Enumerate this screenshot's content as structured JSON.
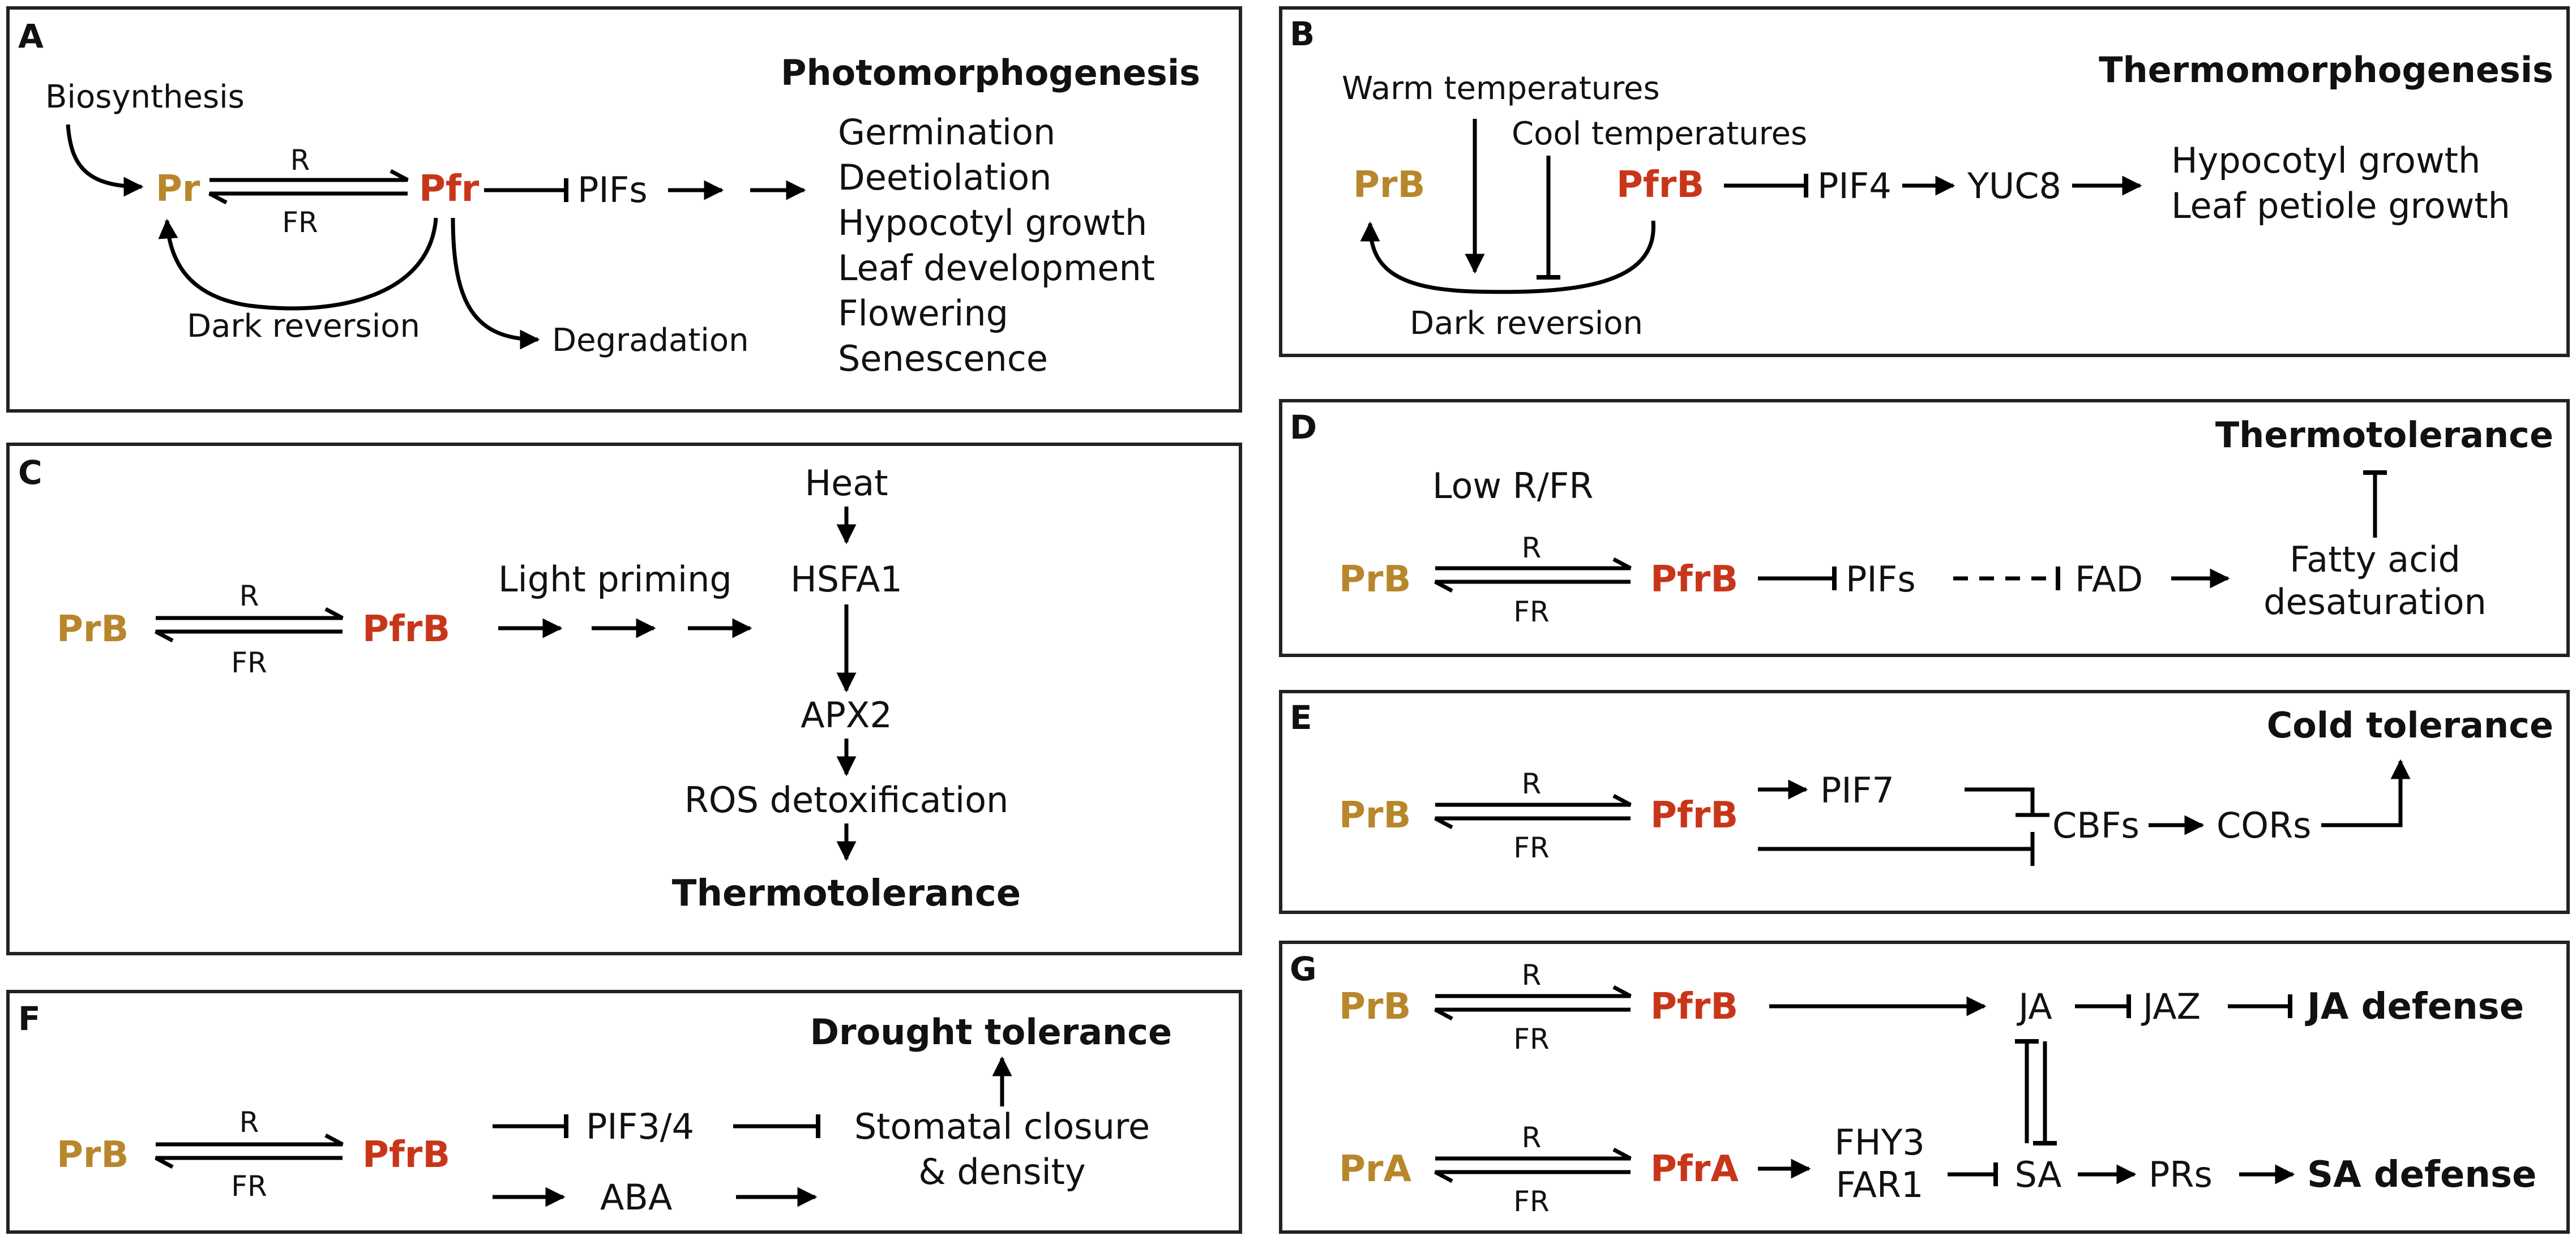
{
  "colors": {
    "pr": "#b8862b",
    "pfr": "#c8361a",
    "line": "#000000"
  },
  "common": {
    "R": "R",
    "FR": "FR"
  },
  "panelA": {
    "letter": "A",
    "title": "Photomorphogenesis",
    "biosynthesis": "Biosynthesis",
    "pr": "Pr",
    "pfr": "Pfr",
    "pifs": "PIFs",
    "dark_reversion": "Dark reversion",
    "degradation": "Degradation",
    "outcomes": [
      "Germination",
      "Deetiolation",
      "Hypocotyl growth",
      "Leaf development",
      "Flowering",
      "Senescence"
    ]
  },
  "panelB": {
    "letter": "B",
    "title": "Thermomorphogenesis",
    "warm": "Warm temperatures",
    "cool": "Cool temperatures",
    "pr": "PrB",
    "pfr": "PfrB",
    "pif4": "PIF4",
    "yuc8": "YUC8",
    "dark_reversion": "Dark reversion",
    "outcomes": [
      "Hypocotyl growth",
      "Leaf petiole growth"
    ]
  },
  "panelC": {
    "letter": "C",
    "pr": "PrB",
    "pfr": "PfrB",
    "light_priming": "Light priming",
    "heat": "Heat",
    "hsfa1": "HSFA1",
    "apx2": "APX2",
    "ros": "ROS detoxification",
    "outcome": "Thermotolerance"
  },
  "panelD": {
    "letter": "D",
    "title": "Thermotolerance",
    "low_rfr": "Low R/FR",
    "pr": "PrB",
    "pfr": "PfrB",
    "pifs": "PIFs",
    "fad": "FAD",
    "fatty1": "Fatty acid",
    "fatty2": "desaturation"
  },
  "panelE": {
    "letter": "E",
    "title": "Cold tolerance",
    "pr": "PrB",
    "pfr": "PfrB",
    "pif7": "PIF7",
    "cbfs": "CBFs",
    "cors": "CORs"
  },
  "panelF": {
    "letter": "F",
    "title": "Drought tolerance",
    "pr": "PrB",
    "pfr": "PfrB",
    "pif34": "PIF3/4",
    "aba": "ABA",
    "stomatal1": "Stomatal closure",
    "stomatal2": "& density"
  },
  "panelG": {
    "letter": "G",
    "prB": "PrB",
    "pfrB": "PfrB",
    "prA": "PrA",
    "pfrA": "PfrA",
    "ja": "JA",
    "jaz": "JAZ",
    "ja_defense": "JA defense",
    "fhy3": "FHY3",
    "far1": "FAR1",
    "sa": "SA",
    "prs": "PRs",
    "sa_defense": "SA defense"
  }
}
